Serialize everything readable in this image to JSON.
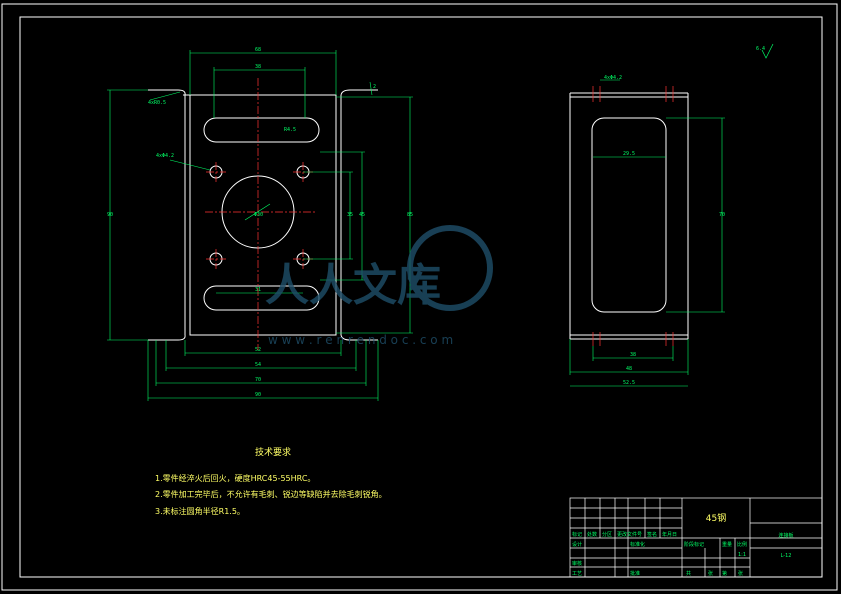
{
  "colors": {
    "background": "#000000",
    "outline": "#ffffff",
    "dimension": "#00ff66",
    "centerline": "#ff3333",
    "text": "#ffff66",
    "watermark": "#1f4f6a"
  },
  "front_view": {
    "labels": {
      "width_top": "68",
      "slot_width": "38",
      "bend_radius": "4xR0.5",
      "thickness": "2",
      "slot_radius": "R4.5",
      "hole_spec": "4xΦ4.2",
      "center_hole": "Φ30",
      "hole_spacing_v": "35",
      "hole_spacing_v2": "45",
      "height_inner": "85",
      "height_overall": "90",
      "hole_spacing_h": "31",
      "base_52": "52",
      "base_54": "54",
      "base_70": "70",
      "base_90": "90"
    }
  },
  "side_view": {
    "labels": {
      "hole_spec": "4xΦ4.2",
      "slot_width": "29.5",
      "slot_height": "70",
      "w38": "38",
      "w48": "48",
      "w55": "52.5"
    }
  },
  "roughness": {
    "label": "6.4"
  },
  "tech_requirements": {
    "title": "技术要求",
    "items": [
      "1.零件经淬火后回火，硬度HRC45-55HRC。",
      "2.零件加工完毕后，不允许有毛刺、锐边等缺陷并去除毛刺锐角。",
      "3.未标注圆角半径R1.5。"
    ]
  },
  "title_block": {
    "material": "45钢",
    "part_name": "连接板",
    "drawing_no": "L-12",
    "cells": {
      "mark": "标记",
      "count": "处数",
      "zone": "分区",
      "change_no": "更改文件号",
      "sign": "签名",
      "date": "年月日",
      "design": "设计",
      "standard": "标准化",
      "review": "审核",
      "process": "工艺",
      "approve": "批准",
      "stage": "阶段标记",
      "weight": "重量",
      "scale": "比例",
      "scale_val": "1:1",
      "sheet": "共",
      "sheet2": "张",
      "page": "第",
      "page2": "张"
    }
  },
  "watermark": {
    "brand": "人人文库",
    "url": "w w w . r e n r e n d o c . c o m"
  }
}
